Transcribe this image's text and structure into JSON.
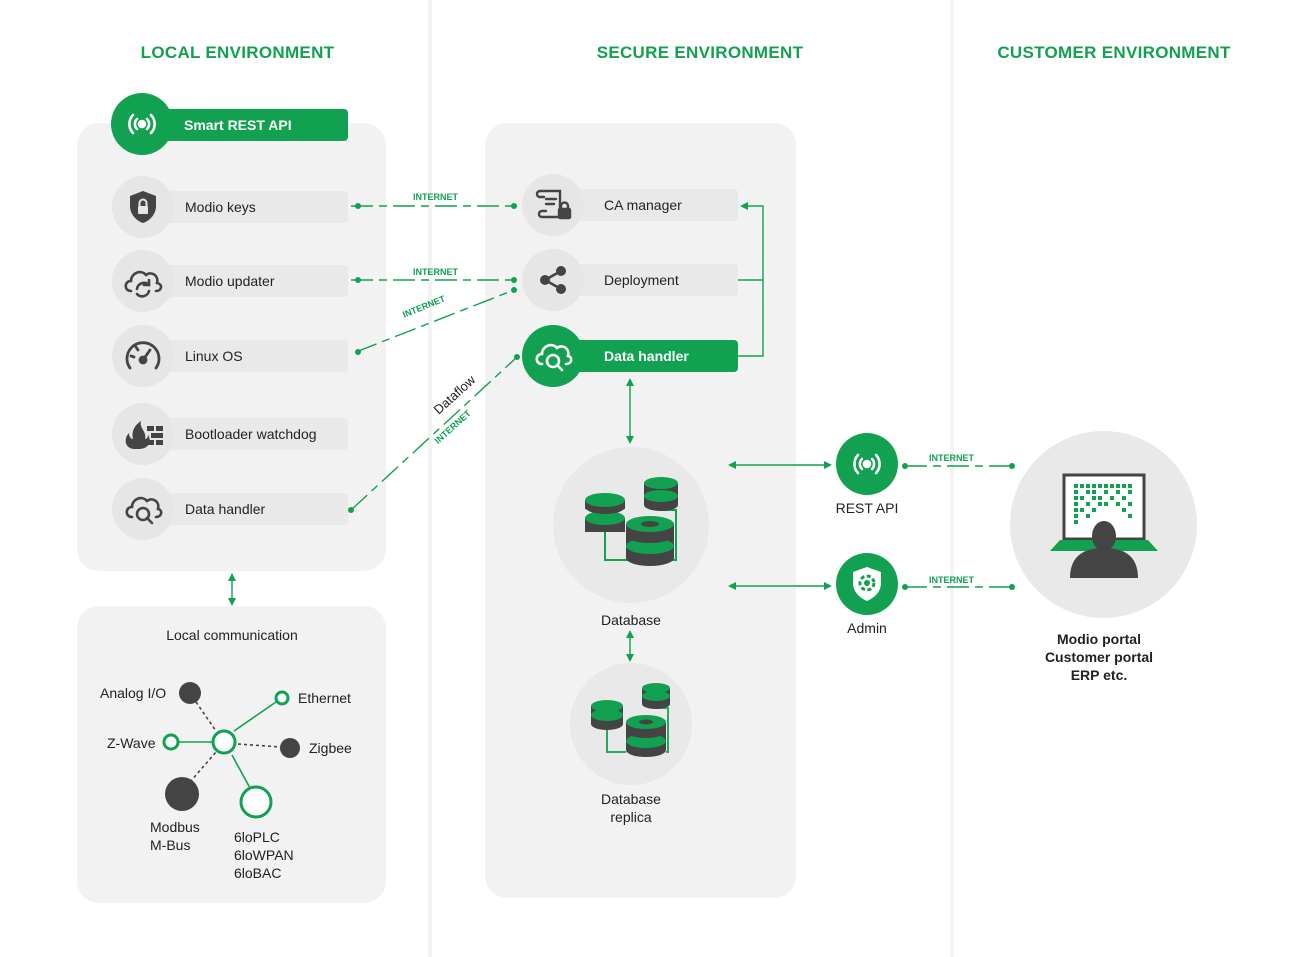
{
  "columns": {
    "local": "LOCAL ENVIRONMENT",
    "secure": "SECURE ENVIRONMENT",
    "customer": "CUSTOMER ENVIRONMENT"
  },
  "local": {
    "header": "Smart REST API",
    "items": [
      {
        "label": "Modio keys",
        "icon": "shield-lock-icon"
      },
      {
        "label": "Modio updater",
        "icon": "cloud-refresh-icon"
      },
      {
        "label": "Linux OS",
        "icon": "speedometer-icon"
      },
      {
        "label": "Bootloader watchdog",
        "icon": "firewall-flame-icon"
      },
      {
        "label": "Data handler",
        "icon": "cloud-search-icon"
      }
    ]
  },
  "local_comm": {
    "title": "Local communication",
    "analog": "Analog I/O",
    "ethernet": "Ethernet",
    "zwave": "Z-Wave",
    "zigbee": "Zigbee",
    "modbus": [
      "Modbus",
      "M-Bus"
    ],
    "plc": [
      "6loPLC",
      "6loWPAN",
      "6loBAC"
    ]
  },
  "secure": {
    "items": [
      {
        "label": "CA manager",
        "icon": "certificate-icon"
      },
      {
        "label": "Deployment",
        "icon": "share-icon"
      },
      {
        "label": "Data handler",
        "icon": "cloud-search-icon"
      }
    ],
    "database": "Database",
    "replica": [
      "Database",
      "replica"
    ]
  },
  "links": {
    "internet": "INTERNET",
    "dataflow": "Dataflow"
  },
  "services": {
    "rest_api": "REST API",
    "admin": "Admin"
  },
  "customer": {
    "lines": [
      "Modio portal",
      "Customer portal",
      "ERP etc."
    ]
  },
  "colors": {
    "accent": "#12a150",
    "panel": "#f2f2f2",
    "icon": "#444444"
  }
}
